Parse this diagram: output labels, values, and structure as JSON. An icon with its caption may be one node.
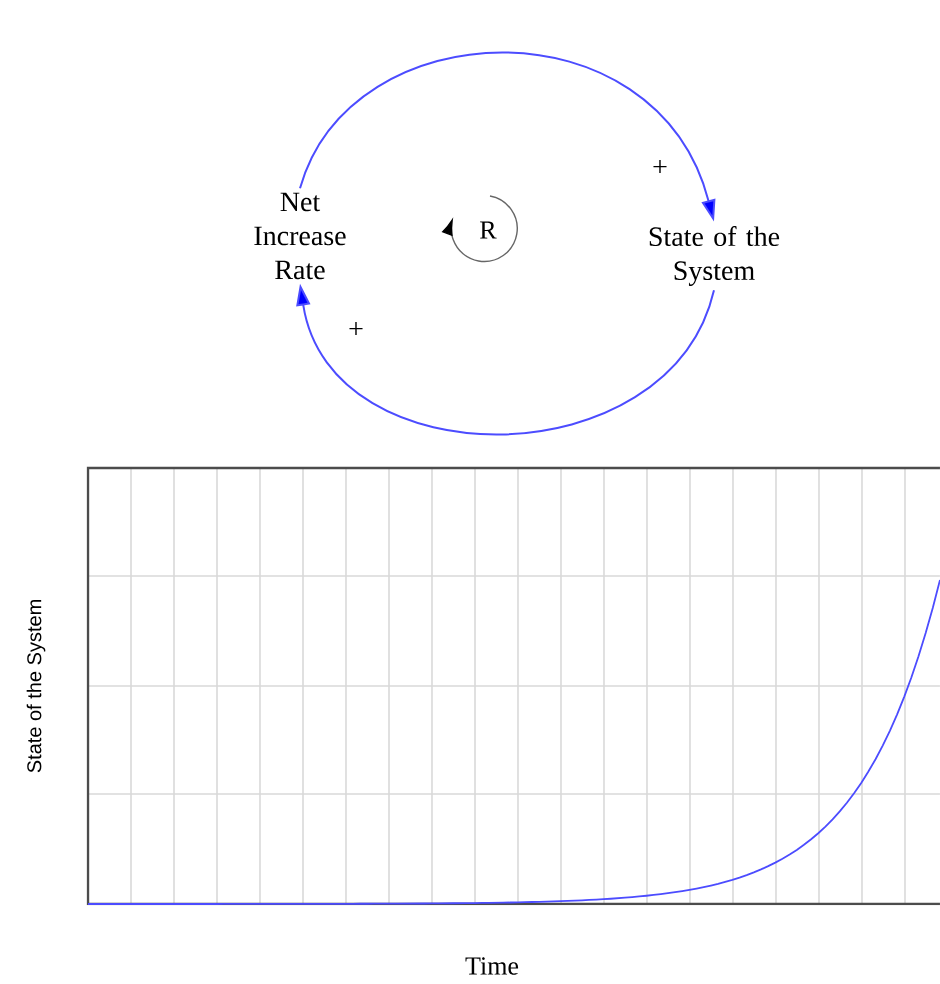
{
  "diagram": {
    "nodes": [
      {
        "text": [
          "Net Increase Rate"
        ]
      },
      {
        "text": [
          "State of the System"
        ]
      }
    ],
    "edges": [
      {
        "from": 0,
        "to": 1,
        "arrow": "to",
        "label": "+"
      },
      {
        "from": 1,
        "to": 0,
        "arrow": "to",
        "label": "+"
      }
    ],
    "labels": [
      "R",
      "State of the System",
      "Time"
    ]
  }
}
